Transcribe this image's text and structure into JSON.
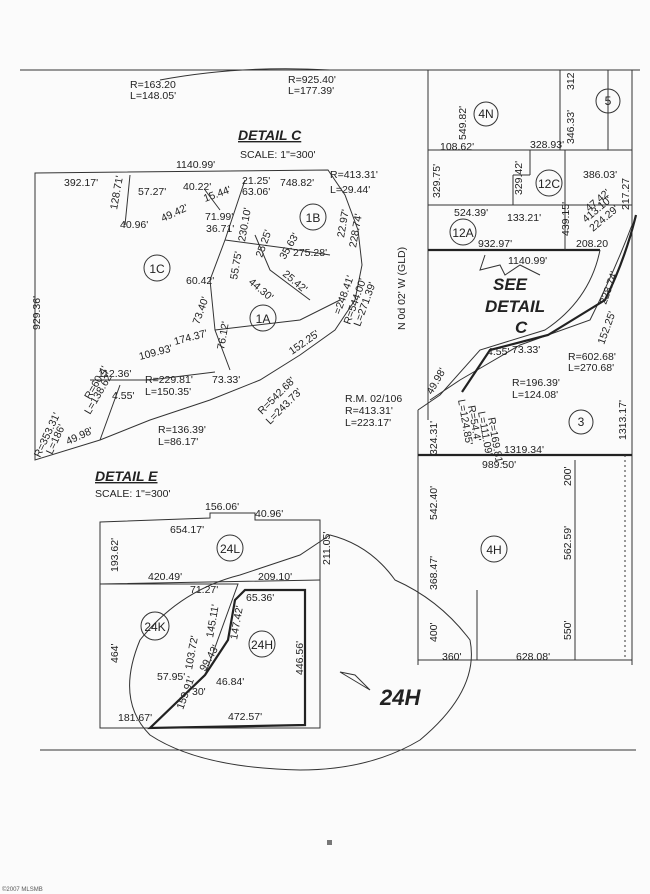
{
  "detail_c": {
    "title": "DETAIL C",
    "scale": "SCALE: 1\"=300'",
    "parcels": [
      "1C",
      "1B",
      "1A"
    ],
    "dims": {
      "top_arc_r": "R=163.20",
      "top_arc_l": "L=148.05'",
      "top_arc2_r": "R=925.40'",
      "top_arc2_l": "L=177.39'",
      "d1140": "1140.99'",
      "d392": "392.17'",
      "d128": "128.71'",
      "d57": "57.27'",
      "d40_22": "40.22'",
      "d15": "15.44'",
      "d21": "21.25'",
      "d63": "63.06'",
      "d748": "748.82'",
      "r413": "R=413.31'",
      "l29": "L=29.44'",
      "d40_96": "40.96'",
      "d49": "49.42'",
      "d71": "71.99'",
      "d36": "36.71'",
      "d230": "230.10'",
      "d22": "22.97'",
      "d228": "228.74'",
      "d25_25": "25.25'",
      "d35": "35.63'",
      "d275": "275.28'",
      "d60": "60.42'",
      "d55": "55.75'",
      "d44": "44.30'",
      "d25_42": "25.42'",
      "r544": "R=544.00'",
      "l271": "L=271.39'",
      "d248": "=248.41'",
      "d929": "929.36'",
      "d73_40": "73.40'",
      "d76": "76.12'",
      "d109": "109.93'",
      "d174": "174.37'",
      "d152": "152.25'",
      "d112": "112.36'",
      "r229": "R=229.81'",
      "l150": "L=150.35'",
      "d73_33": "73.33'",
      "r60": "R=60.4'",
      "l138": "L=138.62'",
      "d4_55": "4.55'",
      "r542": "R=542.68'",
      "l243": "L=243.73'",
      "r353": "R=353.31'",
      "l186": "L=186'",
      "d49_98": "49.98'",
      "r136": "R=136.39'",
      "l86": "L=86.17'",
      "bearing": "N 0d 02' W  (GLD)"
    }
  },
  "detail_e": {
    "title": "DETAIL E",
    "scale": "SCALE: 1\"=300'",
    "parcels": [
      "24L",
      "24K",
      "24H"
    ],
    "dims": {
      "d156": "156.06'",
      "d40_96": "40.96'",
      "d654": "654.17'",
      "d193": "193.62'",
      "d211": "211.05'",
      "d420": "420.49'",
      "d209": "209.10'",
      "d71": "71.27'",
      "d65": "65.36'",
      "d103": "103.72'",
      "d145": "145.11'",
      "d147": "147.42'",
      "d446": "446.56'",
      "d464": "464'",
      "d99": "99.43'",
      "d57": "57.95'",
      "d46": "46.84'",
      "d159": "159.91'",
      "d30": "30'",
      "d181": "181.67'",
      "d472": "472.57'"
    },
    "annotation": "24H"
  },
  "main_map": {
    "parcels": [
      "4N",
      "5",
      "12C",
      "12A",
      "3",
      "4H"
    ],
    "see_detail": [
      "SEE",
      "DETAIL",
      "C"
    ],
    "dims": {
      "d549": "549.82'",
      "d346": "346.33'",
      "d312": "312",
      "d108": "108.62'",
      "d328": "328.93'",
      "d329_75": "329.75'",
      "d329_42": "329.42'",
      "d386": "386.03'",
      "d524": "524.39'",
      "d133": "133.21'",
      "d439": "439.15'",
      "d47": "47.42'",
      "d413": "413.10'",
      "d224": "224.29'",
      "d217": "217.27",
      "d932": "932.97'",
      "d208": "208.20",
      "d1140": "1140.99'",
      "d228": "228.74'",
      "d152": "152.25'",
      "d4_55": "4.55'",
      "d73": "73.33'",
      "r602": "R=602.68'",
      "l270": "L=270.68'",
      "d49": "49.98'",
      "rm": "R.M. 02/106",
      "r413": "R=413.31'",
      "l223": "L=223.17'",
      "r169": "R=169.81'",
      "l111": "L=111.09'",
      "r54": "R=54.4'",
      "l124_85": "L=124.85'",
      "r196": "R=196.39'",
      "l124_08": "L=124.08'",
      "d324": "324.31'",
      "d1319": "1319.34'",
      "d1313": "1313.17'",
      "d989": "989.50'",
      "d200": "200'",
      "d542": "542.40'",
      "d562": "562.59'",
      "d368": "368.47'",
      "d400": "400'",
      "d550": "550'",
      "d360": "360'",
      "d628": "628.08'"
    }
  },
  "footer": "©2007 MLSMB"
}
